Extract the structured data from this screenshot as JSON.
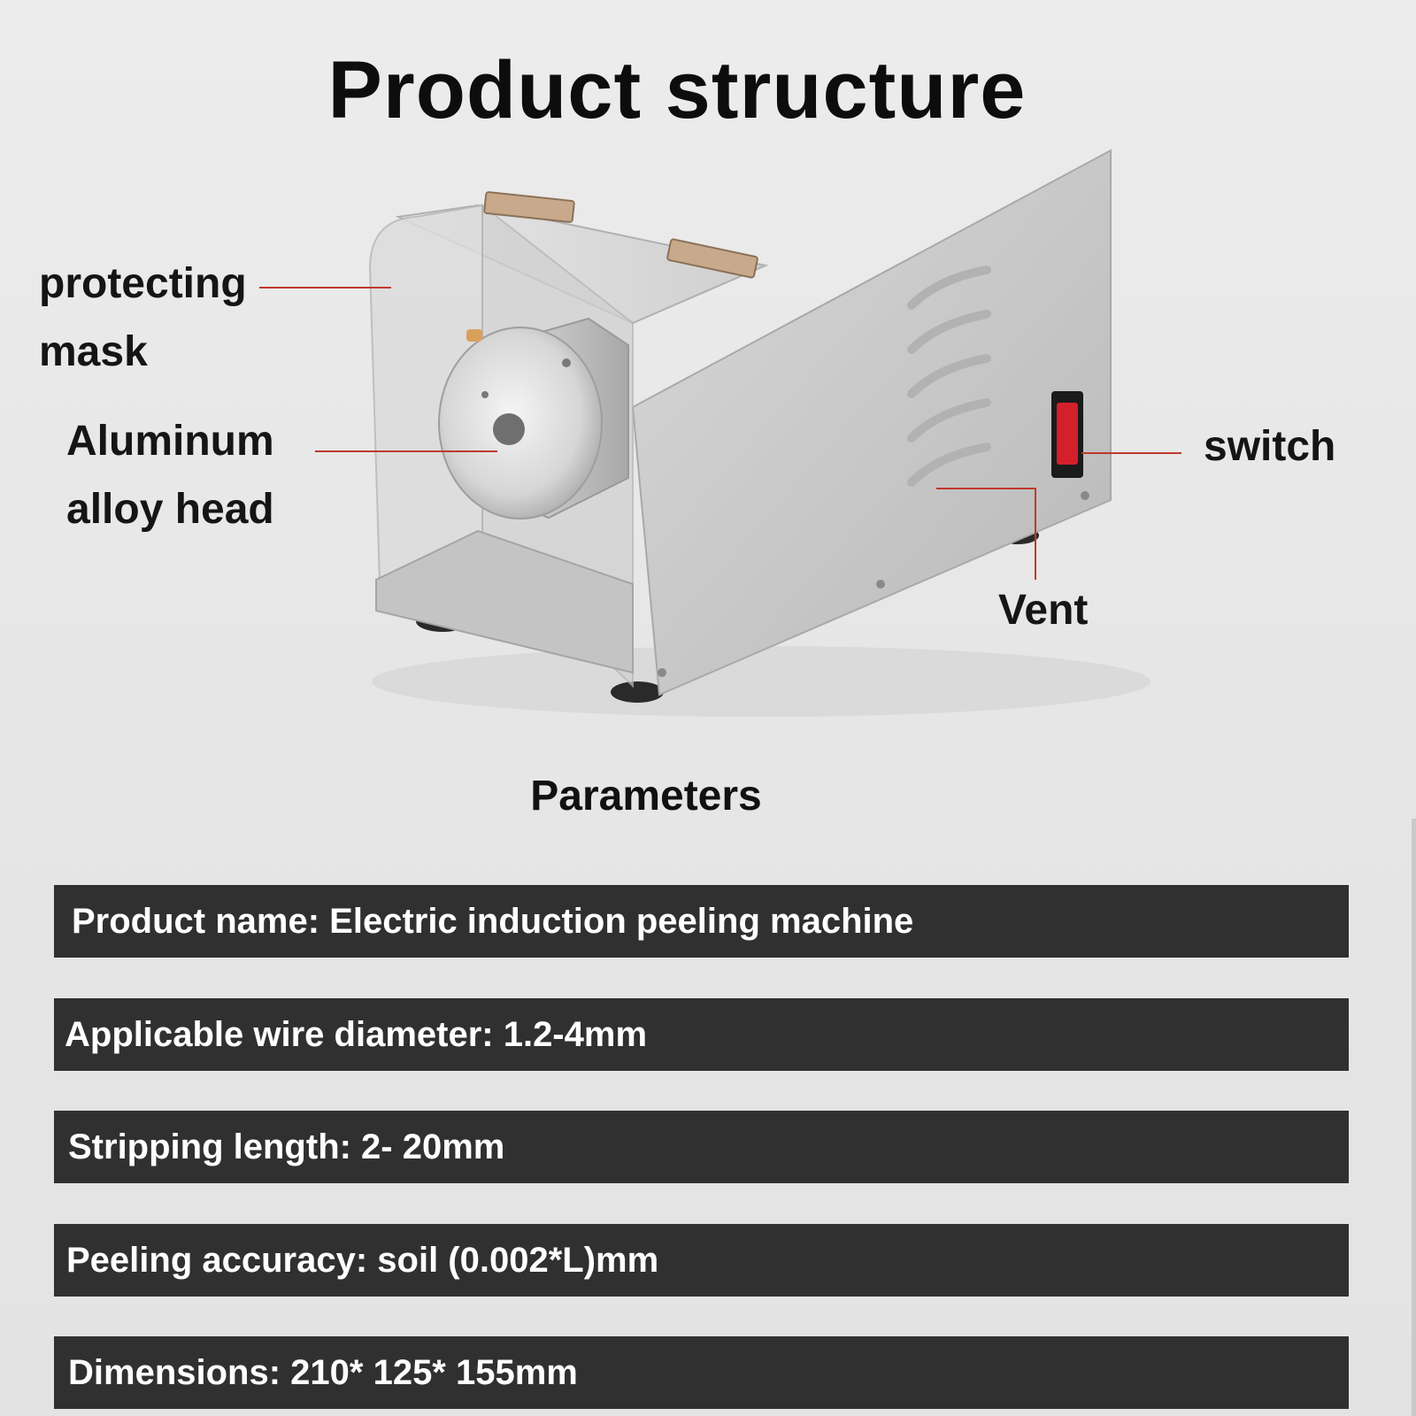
{
  "title": "Product structure",
  "callouts": {
    "protecting_mask_line1": "protecting",
    "protecting_mask_line2": "mask",
    "head_line1": "Aluminum",
    "head_line2": "alloy head",
    "switch": "switch",
    "vent": "Vent"
  },
  "colors": {
    "leader_line": "#c0392b",
    "switch_red": "#d4202a",
    "parameter_bar": "#303030"
  },
  "parameters_heading": "Parameters",
  "parameters": [
    "Product name: Electric induction peeling machine",
    "Applicable wire diameter: 1.2-4mm",
    "Stripping length: 2- 20mm",
    "Peeling accuracy: soil (0.002*L)mm",
    "Dimensions: 210* 125* 155mm"
  ]
}
